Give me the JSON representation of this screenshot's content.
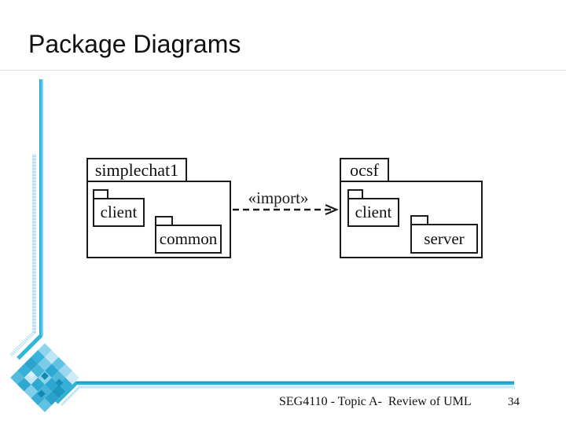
{
  "slide": {
    "title": "Package Diagrams",
    "footer": "SEG4110 - Topic A-  Review of UML",
    "page_number": "34"
  },
  "diagram": {
    "type": "uml-package-diagram",
    "import_label": "«import»",
    "packages": [
      {
        "name": "simplechat1",
        "children": [
          "client",
          "common"
        ]
      },
      {
        "name": "ocsf",
        "children": [
          "client",
          "server"
        ]
      }
    ],
    "relationship": {
      "from": "simplechat1",
      "to": "ocsf",
      "stereotype": "«import»",
      "line_style": "dashed-open-arrow"
    }
  },
  "colors": {
    "accent_cyan": "#2eb2d6",
    "accent_cyan_dark": "#1791bd",
    "accent_light_blue": "#c3e7f4",
    "diagram_line": "#1c1c1c",
    "title_text": "#101010"
  }
}
